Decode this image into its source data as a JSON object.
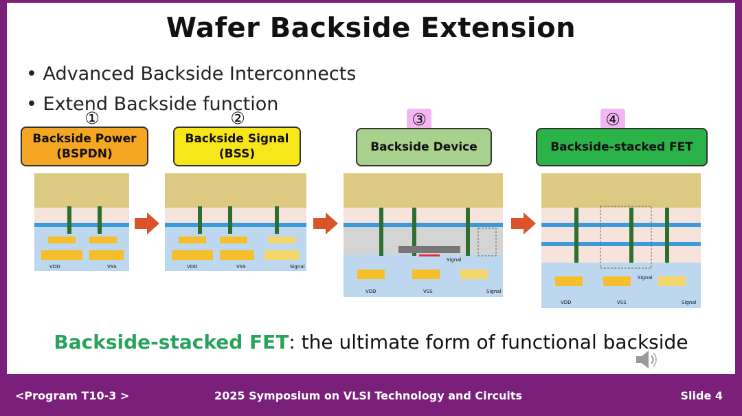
{
  "slide": {
    "title": "Wafer Backside Extension",
    "bullets": [
      "Advanced Backside Interconnects",
      "Extend Backside function"
    ],
    "stages": [
      {
        "num": "①",
        "label_line1": "Backside Power",
        "label_line2": "(BSPDN)",
        "color": "#f5a623",
        "bottom_labels": [
          "VDD",
          "VSS"
        ]
      },
      {
        "num": "②",
        "label_line1": "Backside Signal",
        "label_line2": "(BSS)",
        "color": "#f7e61a",
        "bottom_labels": [
          "VDD",
          "VSS",
          "Signal"
        ]
      },
      {
        "num": "③",
        "label_line1": "Backside Device",
        "label_line2": "",
        "color": "#a9d18e",
        "bottom_labels": [
          "VDD",
          "VSS",
          "Signal"
        ],
        "mid_label": "Signal"
      },
      {
        "num": "④",
        "label_line1": "Backside-stacked FET",
        "label_line2": "",
        "color": "#2bb34a",
        "bottom_labels": [
          "VDD",
          "VSS",
          "Signal"
        ],
        "mid_label": "Signal"
      }
    ],
    "caption_highlight": "Backside-stacked FET",
    "caption_rest": ": the ultimate form of functional backside"
  },
  "footer": {
    "left": "<Program T10-3 >",
    "center": "2025 Symposium on VLSI Technology and Circuits",
    "right": "Slide 4"
  },
  "colors": {
    "frame": "#7a1f7a",
    "highlight": "#29a35a",
    "metal": "#f5be2a",
    "blue_band": "#3b9ad9",
    "substrate": "#bcd7ee",
    "oxide": "#f6e3dc"
  },
  "icons": {
    "speaker": "speaker-icon",
    "arrow": "right-arrow-icon"
  }
}
